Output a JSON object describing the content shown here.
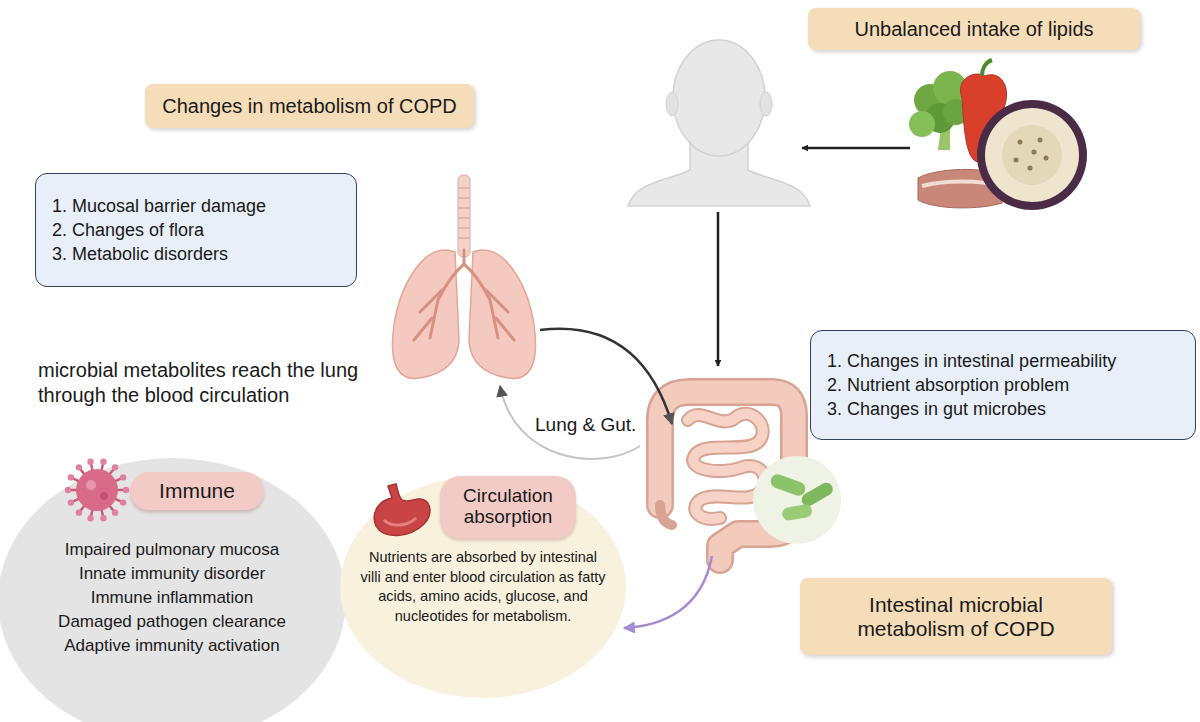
{
  "diagram": {
    "nodes": [
      {
        "text": [
          "Unbalanced intake of lipids"
        ]
      },
      {
        "text": [
          "Changes in metabolism of COPD"
        ]
      },
      {
        "text": [
          "1. Mucosal barrier damage",
          "2. Changes of flora",
          "3. Metabolic disorders"
        ]
      },
      {
        "text": [
          "1. Changes in intestinal permeability",
          "2. Nutrient absorption problem",
          "3. Changes in gut microbes"
        ]
      },
      {
        "text": [
          "Impaired pulmonary mucosa",
          "Innate immunity disorder",
          "Immune inflammation",
          "Damaged pathogen clearance",
          "Adaptive immunity activation"
        ]
      },
      {
        "text": [
          "Immune"
        ],
        "in": 4
      },
      {
        "text": [
          "Nutrients are absorbed by intestinal villi and enter blood circulation as fatty acids, amino acids, glucose, and nucleotides for metabolism."
        ]
      },
      {
        "text": [
          "Circulation absorption"
        ],
        "in": 6
      },
      {
        "text": [
          "Intestinal microbial metabolism of COPD"
        ]
      }
    ],
    "labels": [
      "microbial metabolites reach the lung through the blood circulation",
      "Lung & Gut."
    ]
  }
}
